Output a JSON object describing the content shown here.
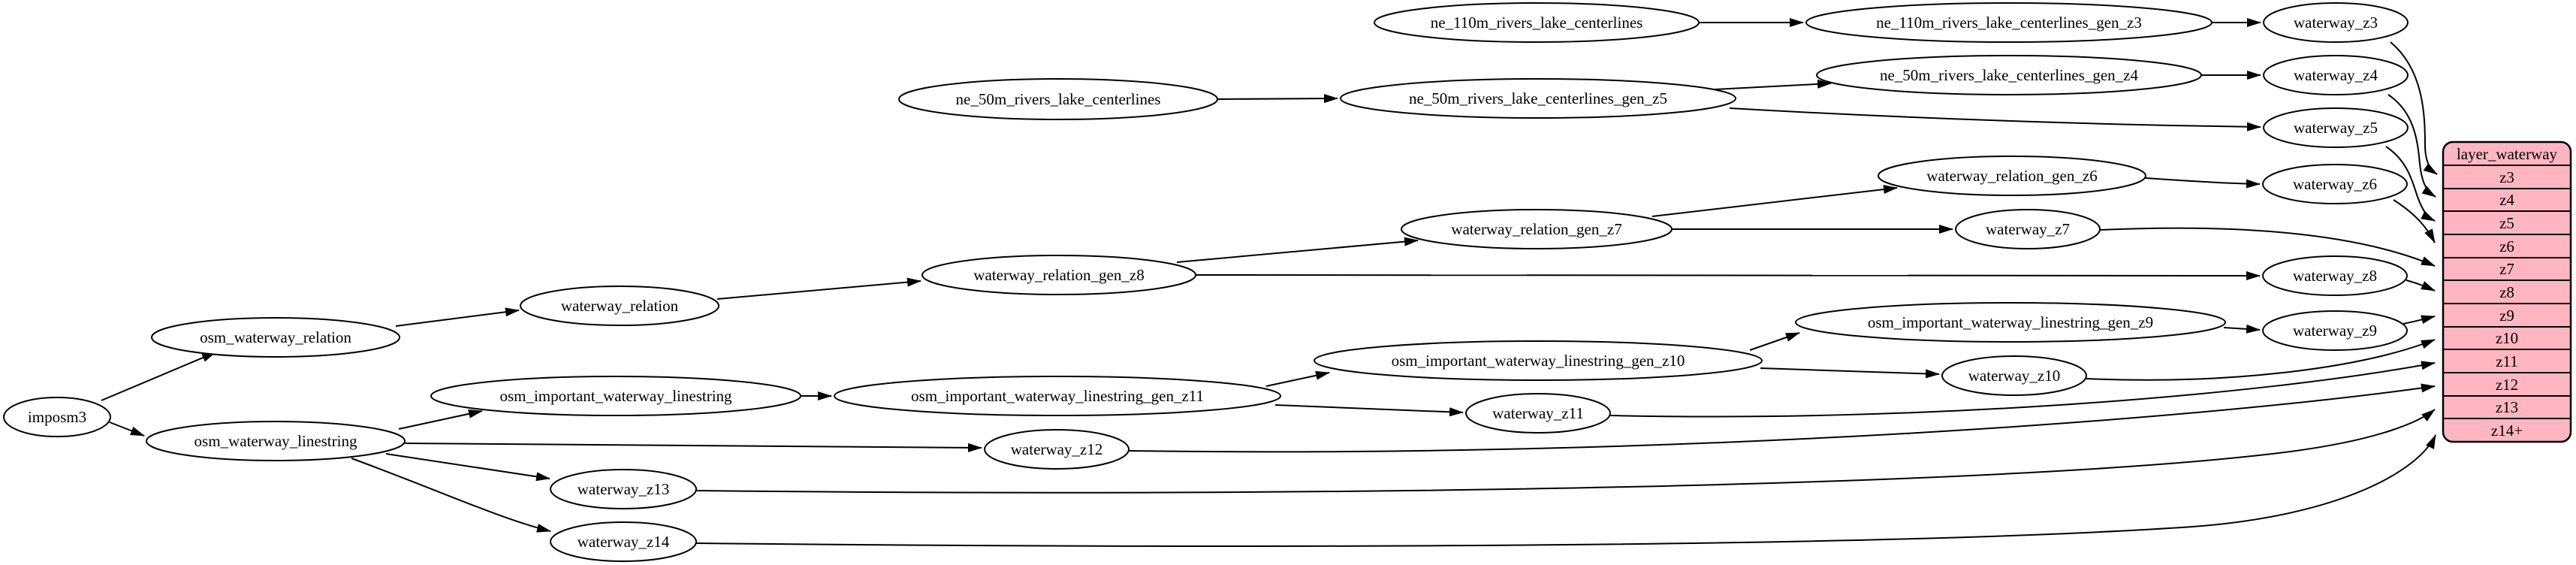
{
  "colors": {
    "background": "#ffffff",
    "node_fill": "#ffffff",
    "node_stroke": "#000000",
    "edge_color": "#000000",
    "text_color": "#000000",
    "record_fill": "#ffb6c1"
  },
  "nodes": {
    "imposm3": {
      "label": "imposm3"
    },
    "osm_waterway_relation": {
      "label": "osm_waterway_relation"
    },
    "osm_waterway_linestring": {
      "label": "osm_waterway_linestring"
    },
    "waterway_relation": {
      "label": "waterway_relation"
    },
    "osm_important_waterway_linestring": {
      "label": "osm_important_waterway_linestring"
    },
    "waterway_relation_gen_z8": {
      "label": "waterway_relation_gen_z8"
    },
    "waterway_relation_gen_z7": {
      "label": "waterway_relation_gen_z7"
    },
    "waterway_relation_gen_z6": {
      "label": "waterway_relation_gen_z6"
    },
    "osm_important_waterway_linestring_gen_z11": {
      "label": "osm_important_waterway_linestring_gen_z11"
    },
    "osm_important_waterway_linestring_gen_z10": {
      "label": "osm_important_waterway_linestring_gen_z10"
    },
    "osm_important_waterway_linestring_gen_z9": {
      "label": "osm_important_waterway_linestring_gen_z9"
    },
    "ne_110m_rivers_lake_centerlines": {
      "label": "ne_110m_rivers_lake_centerlines"
    },
    "ne_110m_rivers_lake_centerlines_gen_z3": {
      "label": "ne_110m_rivers_lake_centerlines_gen_z3"
    },
    "ne_50m_rivers_lake_centerlines": {
      "label": "ne_50m_rivers_lake_centerlines"
    },
    "ne_50m_rivers_lake_centerlines_gen_z5": {
      "label": "ne_50m_rivers_lake_centerlines_gen_z5"
    },
    "ne_50m_rivers_lake_centerlines_gen_z4": {
      "label": "ne_50m_rivers_lake_centerlines_gen_z4"
    },
    "waterway_z3": {
      "label": "waterway_z3"
    },
    "waterway_z4": {
      "label": "waterway_z4"
    },
    "waterway_z5": {
      "label": "waterway_z5"
    },
    "waterway_z6": {
      "label": "waterway_z6"
    },
    "waterway_z7": {
      "label": "waterway_z7"
    },
    "waterway_z8": {
      "label": "waterway_z8"
    },
    "waterway_z9": {
      "label": "waterway_z9"
    },
    "waterway_z10": {
      "label": "waterway_z10"
    },
    "waterway_z11": {
      "label": "waterway_z11"
    },
    "waterway_z12": {
      "label": "waterway_z12"
    },
    "waterway_z13": {
      "label": "waterway_z13"
    },
    "waterway_z14": {
      "label": "waterway_z14"
    }
  },
  "record": {
    "title": "layer_waterway",
    "rows": [
      "z3",
      "z4",
      "z5",
      "z6",
      "z7",
      "z8",
      "z9",
      "z10",
      "z11",
      "z12",
      "z13",
      "z14+"
    ]
  },
  "edges": [
    {
      "from": "imposm3",
      "to": "osm_waterway_relation"
    },
    {
      "from": "imposm3",
      "to": "osm_waterway_linestring"
    },
    {
      "from": "osm_waterway_relation",
      "to": "waterway_relation"
    },
    {
      "from": "waterway_relation",
      "to": "waterway_relation_gen_z8"
    },
    {
      "from": "waterway_relation_gen_z8",
      "to": "waterway_relation_gen_z7"
    },
    {
      "from": "waterway_relation_gen_z8",
      "to": "waterway_z8"
    },
    {
      "from": "waterway_relation_gen_z7",
      "to": "waterway_relation_gen_z6"
    },
    {
      "from": "waterway_relation_gen_z7",
      "to": "waterway_z7"
    },
    {
      "from": "waterway_relation_gen_z6",
      "to": "waterway_z6"
    },
    {
      "from": "ne_110m_rivers_lake_centerlines",
      "to": "ne_110m_rivers_lake_centerlines_gen_z3"
    },
    {
      "from": "ne_110m_rivers_lake_centerlines_gen_z3",
      "to": "waterway_z3"
    },
    {
      "from": "ne_50m_rivers_lake_centerlines",
      "to": "ne_50m_rivers_lake_centerlines_gen_z5"
    },
    {
      "from": "ne_50m_rivers_lake_centerlines_gen_z5",
      "to": "ne_50m_rivers_lake_centerlines_gen_z4"
    },
    {
      "from": "ne_50m_rivers_lake_centerlines_gen_z5",
      "to": "waterway_z5"
    },
    {
      "from": "ne_50m_rivers_lake_centerlines_gen_z4",
      "to": "waterway_z4"
    },
    {
      "from": "osm_waterway_linestring",
      "to": "osm_important_waterway_linestring"
    },
    {
      "from": "osm_important_waterway_linestring",
      "to": "osm_important_waterway_linestring_gen_z11"
    },
    {
      "from": "osm_important_waterway_linestring_gen_z11",
      "to": "osm_important_waterway_linestring_gen_z10"
    },
    {
      "from": "osm_important_waterway_linestring_gen_z11",
      "to": "waterway_z11"
    },
    {
      "from": "osm_important_waterway_linestring_gen_z10",
      "to": "osm_important_waterway_linestring_gen_z9"
    },
    {
      "from": "osm_important_waterway_linestring_gen_z10",
      "to": "waterway_z10"
    },
    {
      "from": "osm_important_waterway_linestring_gen_z9",
      "to": "waterway_z9"
    },
    {
      "from": "osm_waterway_linestring",
      "to": "waterway_z12"
    },
    {
      "from": "osm_waterway_linestring",
      "to": "waterway_z13"
    },
    {
      "from": "osm_waterway_linestring",
      "to": "waterway_z14"
    },
    {
      "from": "waterway_z3",
      "to": "layer_waterway:z3"
    },
    {
      "from": "waterway_z4",
      "to": "layer_waterway:z4"
    },
    {
      "from": "waterway_z5",
      "to": "layer_waterway:z5"
    },
    {
      "from": "waterway_z6",
      "to": "layer_waterway:z6"
    },
    {
      "from": "waterway_z7",
      "to": "layer_waterway:z7"
    },
    {
      "from": "waterway_z8",
      "to": "layer_waterway:z8"
    },
    {
      "from": "waterway_z9",
      "to": "layer_waterway:z9"
    },
    {
      "from": "waterway_z10",
      "to": "layer_waterway:z10"
    },
    {
      "from": "waterway_z11",
      "to": "layer_waterway:z11"
    },
    {
      "from": "waterway_z12",
      "to": "layer_waterway:z12"
    },
    {
      "from": "waterway_z13",
      "to": "layer_waterway:z13"
    },
    {
      "from": "waterway_z14",
      "to": "layer_waterway:z14+"
    }
  ]
}
